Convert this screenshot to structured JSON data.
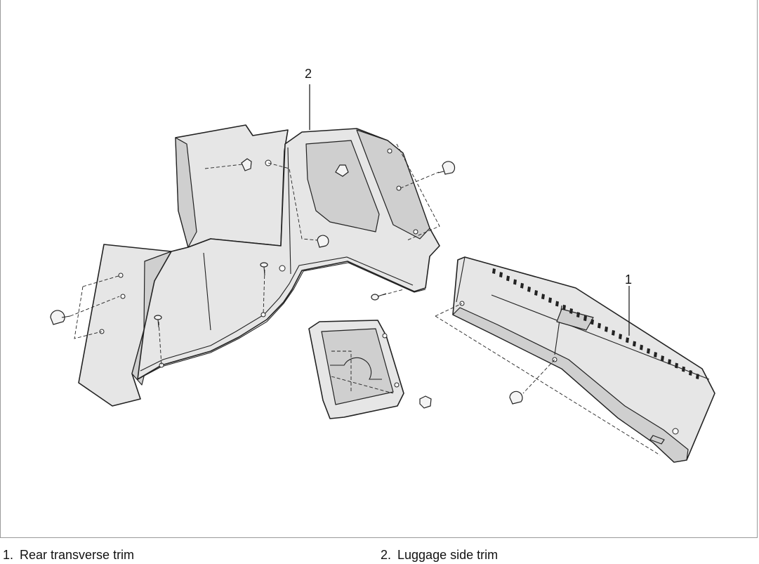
{
  "callouts": [
    {
      "number": "1"
    },
    {
      "number": "2"
    }
  ],
  "legend": [
    {
      "number": "1.",
      "label": "Rear transverse trim"
    },
    {
      "number": "2.",
      "label": "Luggage side trim"
    }
  ],
  "colors": {
    "part_fill": "#e6e6e6",
    "part_shade": "#cfcfcf",
    "line": "#222222",
    "frame": "#9a9a9a"
  }
}
